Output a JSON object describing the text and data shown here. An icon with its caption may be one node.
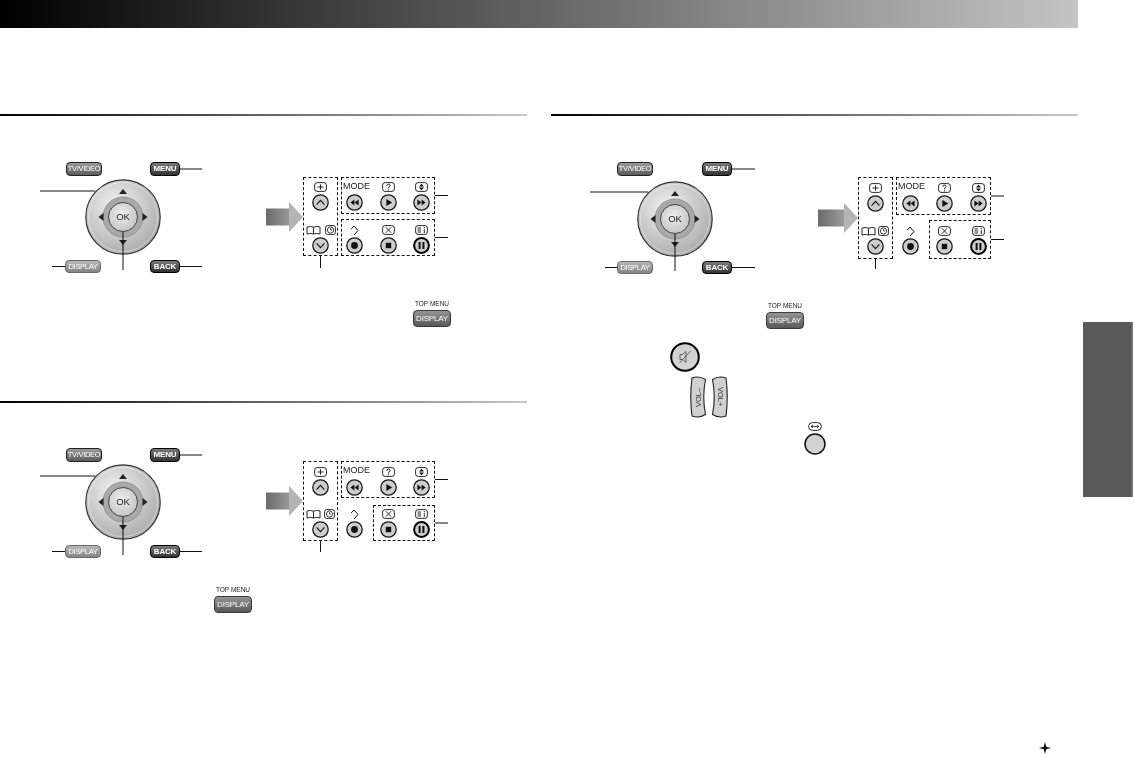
{
  "diagram": {
    "nodes": [
      {
        "text": [
          "TV/VIDEO"
        ]
      },
      {
        "text": [
          "MENU"
        ]
      },
      {
        "text": [],
        "shape": "circle"
      },
      {
        "text": [
          "OK"
        ],
        "in": 2
      },
      {
        "text": [
          "DISPLAY"
        ]
      },
      {
        "text": [
          "BACK"
        ]
      },
      {
        "text": [],
        "shape": "box"
      },
      {
        "text": [
          "MODE"
        ]
      },
      {
        "text": [],
        "shape": "box"
      },
      {
        "text": [
          "TOP MENU",
          "DISPLAY"
        ]
      },
      {
        "text": [
          "TV/VIDEO"
        ]
      },
      {
        "text": [
          "MENU"
        ]
      },
      {
        "text": [],
        "shape": "circle"
      },
      {
        "text": [
          "OK"
        ],
        "in": 12
      },
      {
        "text": [
          "DISPLAY"
        ]
      },
      {
        "text": [
          "BACK"
        ]
      },
      {
        "text": [],
        "shape": "box"
      },
      {
        "text": [
          "MODE"
        ]
      },
      {
        "text": [],
        "shape": "box"
      },
      {
        "text": [
          "TOP MENU",
          "DISPLAY"
        ]
      },
      {
        "text": [
          "VOL–"
        ]
      },
      {
        "text": [
          "VOL+"
        ]
      },
      {
        "text": [
          "TV/VIDEO"
        ]
      },
      {
        "text": [
          "MENU"
        ]
      },
      {
        "text": [],
        "shape": "circle"
      },
      {
        "text": [
          "OK"
        ],
        "in": 24
      },
      {
        "text": [
          "DISPLAY"
        ]
      },
      {
        "text": [
          "BACK"
        ]
      },
      {
        "text": [],
        "shape": "box"
      },
      {
        "text": [
          "MODE"
        ]
      },
      {
        "text": [],
        "shape": "box"
      },
      {
        "text": [
          "TOP MENU",
          "DISPLAY"
        ]
      },
      {
        "text": [],
        "shape": "bar"
      }
    ],
    "edges": [
      {
        "from": 1,
        "to": null,
        "arrow": "none"
      },
      {
        "from": 2,
        "to": null,
        "arrow": "none"
      },
      {
        "from": 4,
        "to": null,
        "arrow": "none"
      },
      {
        "from": 3,
        "to": null,
        "arrow": "none"
      },
      {
        "from": 5,
        "to": null,
        "arrow": "none"
      },
      {
        "from": null,
        "to": 6,
        "arrow": "to",
        "style": "thick",
        "color": "#b4b4b4"
      },
      {
        "from": 7,
        "to": null,
        "arrow": "none"
      },
      {
        "from": 8,
        "to": null,
        "arrow": "none"
      },
      {
        "from": 6,
        "to": null,
        "arrow": "none"
      },
      {
        "from": 11,
        "to": null,
        "arrow": "none"
      },
      {
        "from": 12,
        "to": null,
        "arrow": "none"
      },
      {
        "from": 14,
        "to": null,
        "arrow": "none"
      },
      {
        "from": 13,
        "to": null,
        "arrow": "none"
      },
      {
        "from": 15,
        "to": null,
        "arrow": "none"
      },
      {
        "from": null,
        "to": 16,
        "arrow": "to",
        "style": "thick",
        "color": "#b4b4b4"
      },
      {
        "from": 17,
        "to": null,
        "arrow": "none"
      },
      {
        "from": 18,
        "to": null,
        "arrow": "none"
      },
      {
        "from": 16,
        "to": null,
        "arrow": "none"
      },
      {
        "from": 23,
        "to": null,
        "arrow": "none"
      },
      {
        "from": 24,
        "to": null,
        "arrow": "none"
      },
      {
        "from": 26,
        "to": null,
        "arrow": "none"
      },
      {
        "from": 25,
        "to": null,
        "arrow": "none"
      },
      {
        "from": 27,
        "to": null,
        "arrow": "none"
      },
      {
        "from": null,
        "to": 28,
        "arrow": "to",
        "style": "thick",
        "color": "#b4b4b4"
      },
      {
        "from": 29,
        "to": null,
        "arrow": "none"
      },
      {
        "from": 30,
        "to": null,
        "arrow": "none"
      },
      {
        "from": 28,
        "to": null,
        "arrow": "none"
      }
    ]
  }
}
